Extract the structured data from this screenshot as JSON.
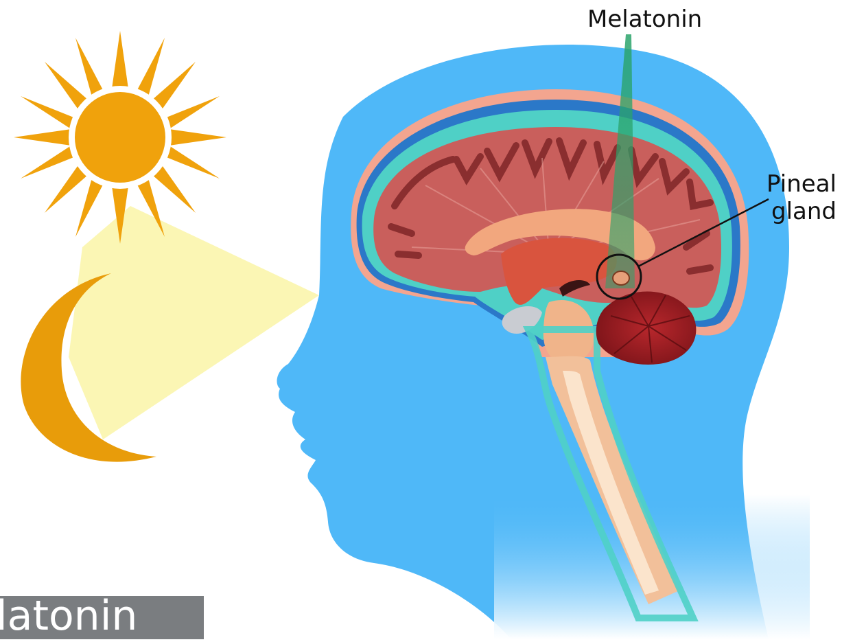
{
  "labels": {
    "melatonin": "Melatonin",
    "pineal_line1": "Pineal",
    "pineal_line2": "gland"
  },
  "banner": {
    "text": "latonin"
  },
  "colors": {
    "head": "#4fb8f8",
    "sun": "#f0a20c",
    "moon": "#e89c0a",
    "light_beam": "#fbf6b0",
    "melatonin_beam": "#2aa36a",
    "brain_cortex": "#c95f5c",
    "brain_gyri": "#8a2e2f",
    "corpus": "#f2a77e",
    "cerebellum": "#8e1a1f",
    "csf": "#4fd0c6",
    "skull_layer": "#f3a58f",
    "banner_bg": "#7a7d80"
  },
  "icons": [
    "sun-icon",
    "crescent-moon-icon"
  ]
}
